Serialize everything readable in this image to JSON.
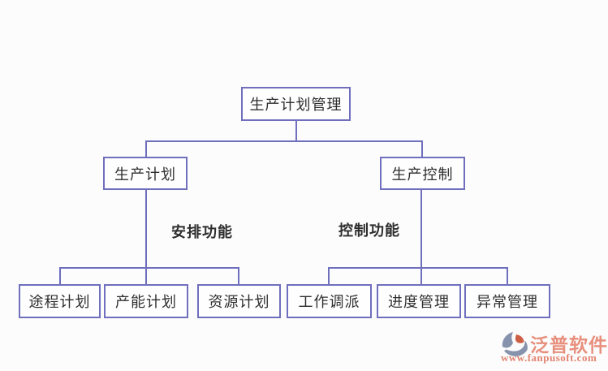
{
  "colors": {
    "bg": "#fcfcfc",
    "line": "#6f6fbe",
    "text": "#2e2e2e",
    "brand": "#e8907e",
    "url": "#e2836f",
    "iconblue": "#8792ad",
    "iconred": "#cd5f44"
  },
  "diagram": {
    "root": {
      "label": "生产计划管理"
    },
    "level2": [
      {
        "label": "生产计划"
      },
      {
        "label": "生产控制"
      }
    ],
    "branch_labels": [
      {
        "label": "安排功能"
      },
      {
        "label": "控制功能"
      }
    ],
    "leaves_left": [
      {
        "label": "途程计划"
      },
      {
        "label": "产能计划"
      },
      {
        "label": "资源计划"
      }
    ],
    "leaves_right": [
      {
        "label": "工作调派"
      },
      {
        "label": "进度管理"
      },
      {
        "label": "异常管理"
      }
    ]
  },
  "watermark": {
    "brand": "泛普软件",
    "url": "www.fanpusoft.com"
  }
}
